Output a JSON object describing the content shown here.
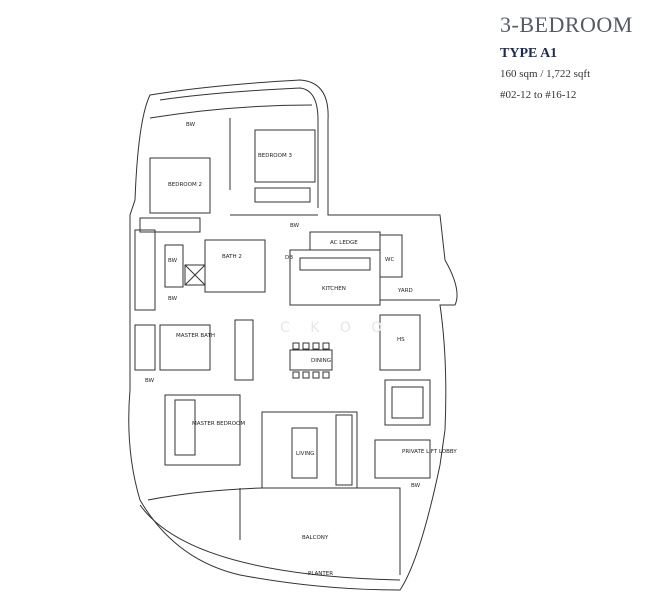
{
  "header": {
    "title": "3-BEDROOM",
    "type": "TYPE A1",
    "area": "160 sqm / 1,722 sqft",
    "units": "#02-12 to #16-12"
  },
  "watermark": "C K O O",
  "rooms": {
    "bw_top": "BW",
    "bedroom3": "BEDROOM 3",
    "bedroom2": "BEDROOM 2",
    "bw_bed3": "BW",
    "ac_ledge": "AC LEDGE",
    "db": "DB",
    "wc": "WC",
    "bw_left1": "BW",
    "bath2": "BATH 2",
    "bw_left2": "BW",
    "kitchen": "KITCHEN",
    "yard": "YARD",
    "master_bath": "MASTER BATH",
    "hs": "HS",
    "dining": "DINING",
    "bw_left3": "BW",
    "master_bedroom": "MASTER BEDROOM",
    "living": "LIVING",
    "private_lift_lobby": "PRIVATE LIFT LOBBY",
    "bw_lobby": "BW",
    "balcony": "BALCONY",
    "planter": "PLANTER"
  }
}
